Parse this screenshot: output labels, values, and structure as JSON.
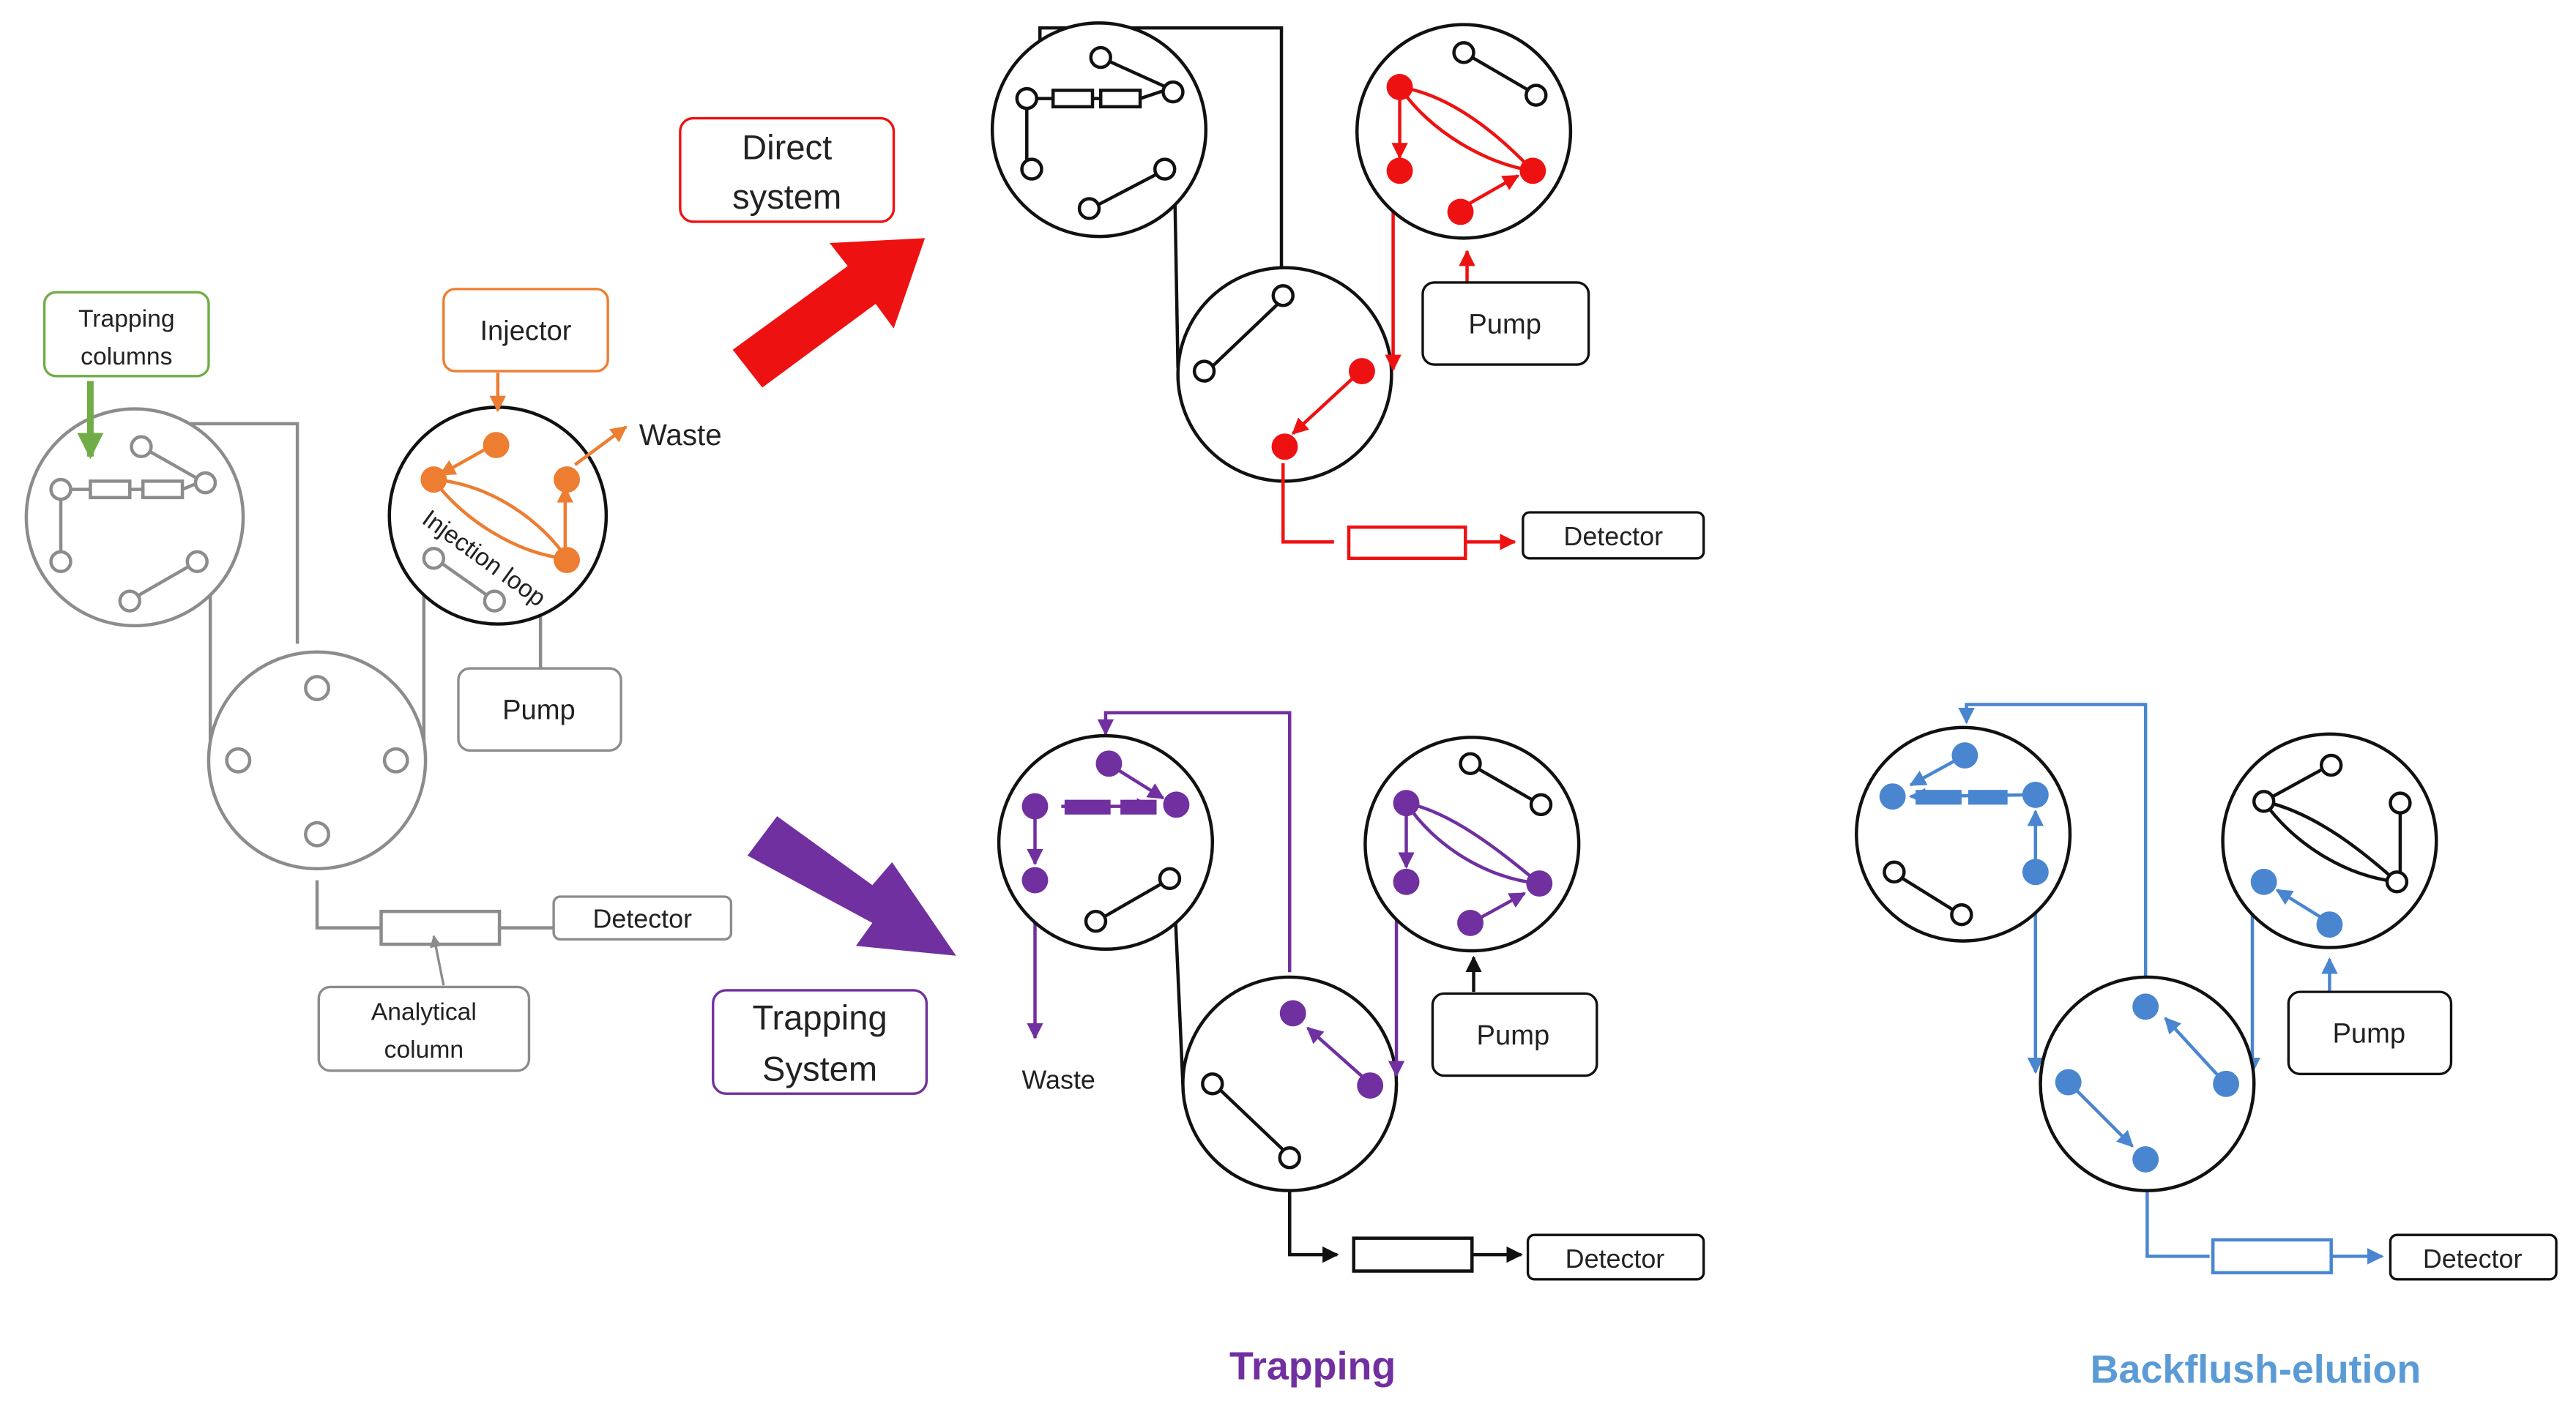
{
  "colors": {
    "gray": "#8c8c8c",
    "orange": "#ed7d31",
    "green": "#70ad47",
    "red": "#ee1111",
    "purple": "#7030a0",
    "blue": "#4a86d0",
    "black": "#111111"
  },
  "overview": {
    "trapping_columns": [
      "Trapping",
      "columns"
    ],
    "injector": "Injector",
    "waste": "Waste",
    "injection_loop": "Injection loop",
    "pump": "Pump",
    "detector": "Detector",
    "analytical_column": [
      "Analytical",
      "column"
    ]
  },
  "direct": {
    "label": [
      "Direct",
      "system"
    ],
    "pump": "Pump",
    "detector": "Detector"
  },
  "trapping": {
    "label": [
      "Trapping",
      "System"
    ],
    "waste": "Waste",
    "pump": "Pump",
    "detector": "Detector",
    "caption": "Trapping"
  },
  "backflush": {
    "pump": "Pump",
    "detector": "Detector",
    "caption": "Backflush-elution"
  }
}
